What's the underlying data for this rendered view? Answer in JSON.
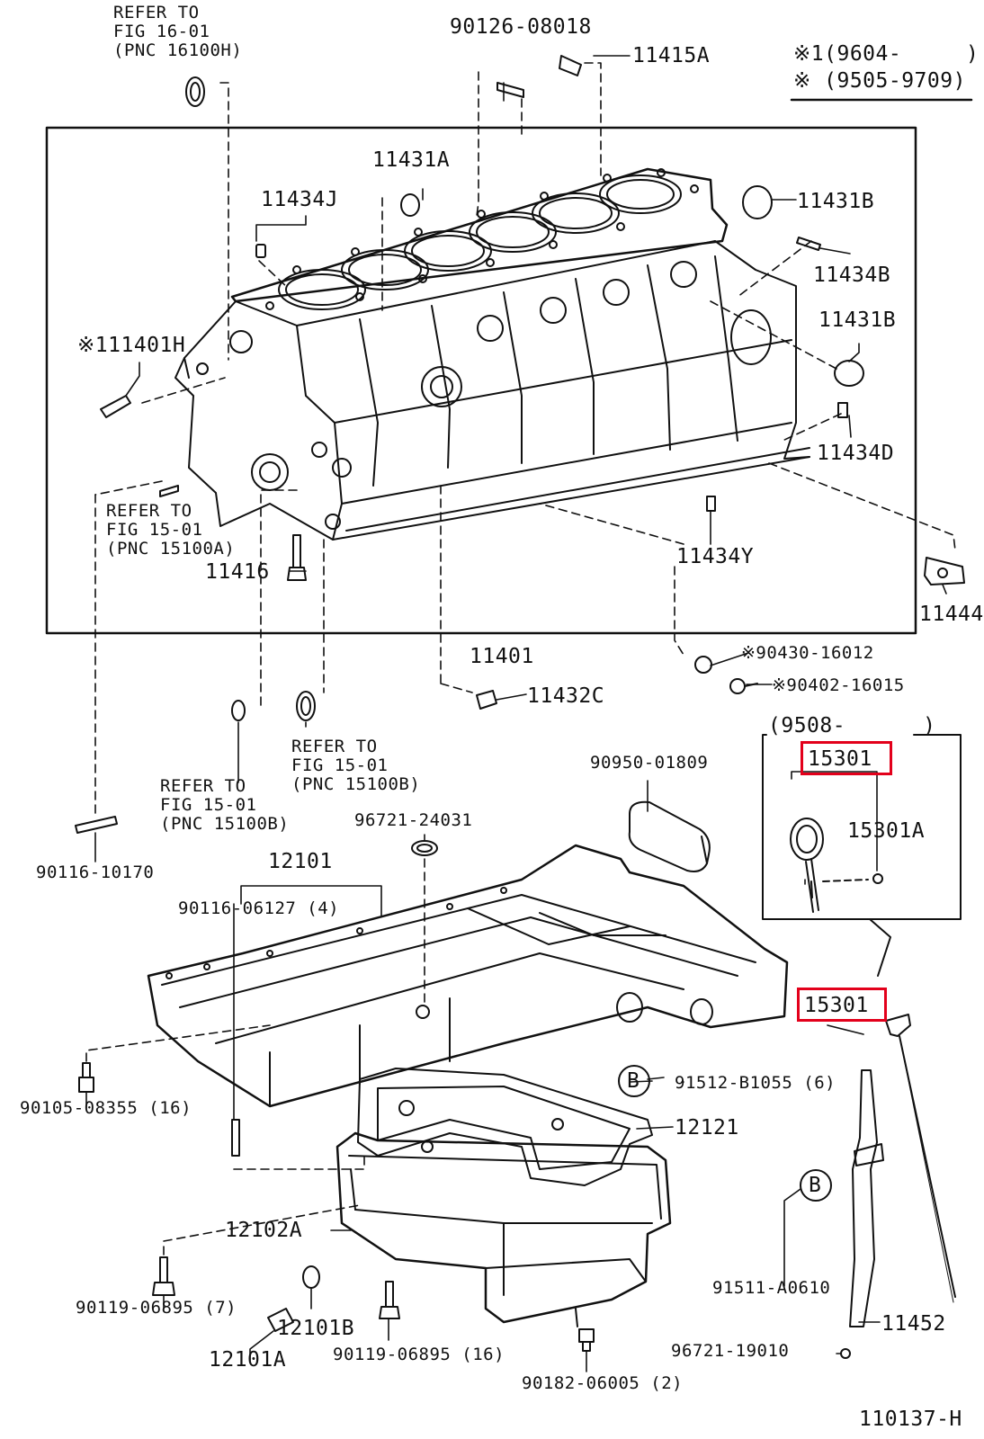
{
  "diagram_code": "110137-H",
  "legend": {
    "note1": "※1(9604-     )",
    "note2": "※ (9505-9709)"
  },
  "inset_range": "(9508-      )",
  "labels": {
    "refer_16_01": "REFER TO\nFIG 16-01\n(PNC 16100H)",
    "p90126_08018": "90126-08018",
    "p11415A": "11415A",
    "p11431A": "11431A",
    "p11434J": "11434J",
    "p11431B_top": "11431B",
    "p11434B": "11434B",
    "p11431B_mid": "11431B",
    "p111401H": "※111401H",
    "p11434D": "11434D",
    "refer_15_01_A": "REFER TO\nFIG 15-01\n(PNC 15100A)",
    "p11416": "11416",
    "p11434Y": "11434Y",
    "p11444": "11444",
    "p11401": "11401",
    "p90430_16012": "※90430-16012",
    "p11432C": "11432C",
    "p90402_16015": "※90402-16015",
    "refer_15_01_B1": "REFER TO\nFIG 15-01\n(PNC 15100B)",
    "refer_15_01_B2": "REFER TO\nFIG 15-01\n(PNC 15100B)",
    "p90950_01809": "90950-01809",
    "p96721_24031": "96721-24031",
    "p15301_inset": "15301",
    "p15301A": "15301A",
    "p90116_10170": "90116-10170",
    "p12101": "12101",
    "p90116_06127": "90116-06127 (4)",
    "p15301_main": "15301",
    "p90105_08355": "90105-08355 (16)",
    "p91512_B1055": "91512-B1055 (6)",
    "p12121": "12121",
    "p12102A": "12102A",
    "p91511_A0610": "91511-A0610",
    "p90119_06895_7": "90119-06895 (7)",
    "p12101B": "12101B",
    "p11452": "11452",
    "p90119_06895_16": "90119-06895 (16)",
    "p96721_19010": "96721-19010",
    "p12101A": "12101A",
    "p90182_06005": "90182-06005 (2)",
    "callout_B": "B"
  },
  "colors": {
    "line": "#111111",
    "highlight": "#e3001b",
    "background": "#ffffff"
  }
}
